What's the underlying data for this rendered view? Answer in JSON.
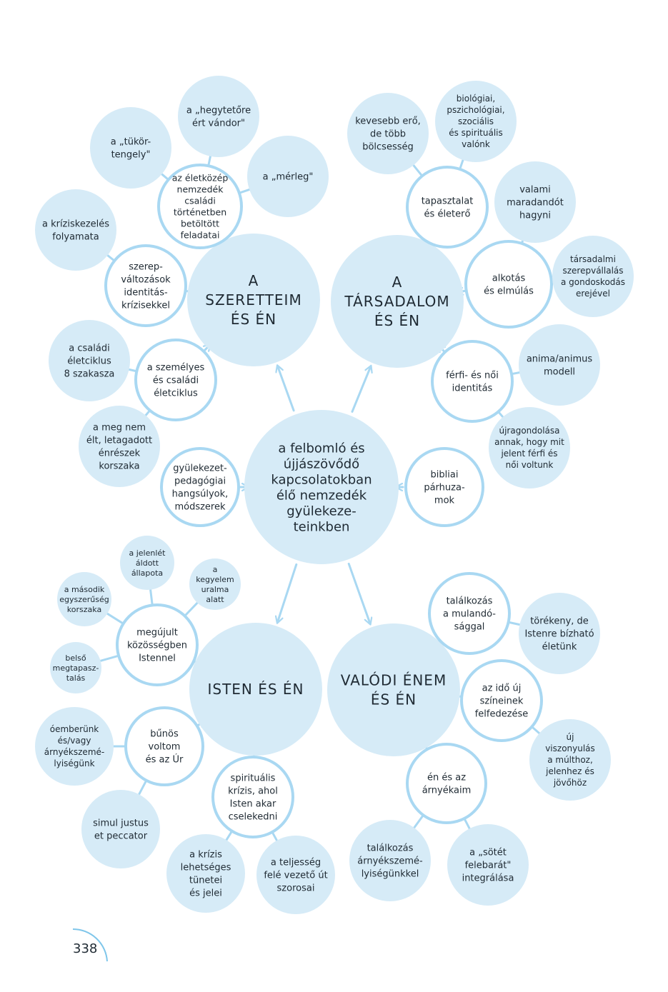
{
  "colors": {
    "fill": "#d6ebf7",
    "ring": "#a9d8f2",
    "arrow": "#a9d8f2",
    "text": "#1f2a33"
  },
  "center": {
    "lines": [
      "a felbomló és",
      "újjászövődő",
      "kapcsolatokban",
      "élő nemzedék",
      "gyülekeze-",
      "teinkben"
    ]
  },
  "hubs": [
    {
      "id": "szeretteim",
      "lines": [
        "A",
        "SZERETTEIM",
        "ÉS ÉN"
      ]
    },
    {
      "id": "tarsadalom",
      "lines": [
        "A",
        "TÁRSADALOM",
        "ÉS ÉN"
      ]
    },
    {
      "id": "isten",
      "lines": [
        "ISTEN ÉS ÉN"
      ]
    },
    {
      "id": "valodi",
      "lines": [
        "VALÓDI ÉNEM",
        "ÉS ÉN"
      ]
    }
  ],
  "rings": [
    {
      "id": "eletkozep",
      "lines": [
        "az életközép",
        "nemzedék",
        "családi",
        "történetben",
        "betöltött",
        "feladatai"
      ]
    },
    {
      "id": "szerep",
      "lines": [
        "szerep-",
        "változások",
        "identitás-",
        "krízisekkel"
      ]
    },
    {
      "id": "eletciklus",
      "lines": [
        "a személyes",
        "és családi",
        "életciklus"
      ]
    },
    {
      "id": "tapasztalat",
      "lines": [
        "tapasztalat",
        "és életerő"
      ]
    },
    {
      "id": "alkotas",
      "lines": [
        "alkotás",
        "és elmúlás"
      ]
    },
    {
      "id": "ferfi",
      "lines": [
        "férfi- és női",
        "identitás"
      ]
    },
    {
      "id": "gyulekezet",
      "lines": [
        "gyülekezet-",
        "pedagógiai",
        "hangsúlyok,",
        "módszerek"
      ]
    },
    {
      "id": "bibliai",
      "lines": [
        "bibliai",
        "párhuza-",
        "mok"
      ]
    },
    {
      "id": "megujult",
      "lines": [
        "megújult",
        "közösségben",
        "Istennel"
      ]
    },
    {
      "id": "bunos",
      "lines": [
        "bűnös",
        "voltom",
        "és az Úr"
      ]
    },
    {
      "id": "spiritualis",
      "lines": [
        "spirituális",
        "krízis, ahol",
        "Isten akar",
        "cselekedni"
      ]
    },
    {
      "id": "mulando",
      "lines": [
        "találkozás",
        "a mulandó-",
        "sággal"
      ]
    },
    {
      "id": "ido",
      "lines": [
        "az idő új",
        "színeinek",
        "felfedezése"
      ]
    },
    {
      "id": "arnyek",
      "lines": [
        "én és az",
        "árnyékaim"
      ]
    }
  ],
  "leaves": [
    {
      "id": "hegytetore",
      "lines": [
        "a „hegytetőre",
        "ért vándor\""
      ]
    },
    {
      "id": "tukor",
      "lines": [
        "a „tükör-",
        "tengely\""
      ]
    },
    {
      "id": "merleg",
      "lines": [
        "a „mérleg\""
      ]
    },
    {
      "id": "krizis",
      "lines": [
        "a kríziskezelés",
        "folyamata"
      ]
    },
    {
      "id": "csaladi8",
      "lines": [
        "a családi",
        "életciklus",
        "8 szakasza"
      ]
    },
    {
      "id": "megnem",
      "lines": [
        "a meg nem",
        "élt, letagadott",
        "énrészek",
        "korszaka"
      ]
    },
    {
      "id": "kevesebb",
      "lines": [
        "kevesebb erő,",
        "de több",
        "bölcsesség"
      ]
    },
    {
      "id": "biologiai",
      "lines": [
        "biológiai,",
        "pszichológiai,",
        "szociális",
        "és spirituális",
        "valónk"
      ]
    },
    {
      "id": "valami",
      "lines": [
        "valami",
        "maradandót",
        "hagyni"
      ]
    },
    {
      "id": "tarsadalmi",
      "lines": [
        "társadalmi",
        "szerepvállalás",
        "a gondoskodás",
        "erejével"
      ]
    },
    {
      "id": "anima",
      "lines": [
        "anima/animus",
        "modell"
      ]
    },
    {
      "id": "ujragondolasa",
      "lines": [
        "újragondolása",
        "annak, hogy mit",
        "jelent  férfi és",
        "női voltunk"
      ]
    },
    {
      "id": "jelenlet",
      "lines": [
        "a jelenlét",
        "áldott",
        "állapota"
      ]
    },
    {
      "id": "kegyelem",
      "lines": [
        "a",
        "kegyelem",
        "uralma",
        "alatt"
      ]
    },
    {
      "id": "masodik",
      "lines": [
        "a második",
        "egyszerűség",
        "korszaka"
      ]
    },
    {
      "id": "belso",
      "lines": [
        "belső",
        "megtapasz-",
        "talás"
      ]
    },
    {
      "id": "oember",
      "lines": [
        "óemberünk",
        "és/vagy",
        "árnyékszemé-",
        "lyiségünk"
      ]
    },
    {
      "id": "simul",
      "lines": [
        "simul justus",
        "et peccator"
      ]
    },
    {
      "id": "krizistunetei",
      "lines": [
        "a krízis",
        "lehetséges",
        "tünetei",
        "és jelei"
      ]
    },
    {
      "id": "teljesseg",
      "lines": [
        "a teljesség",
        "felé vezető út",
        "szorosai"
      ]
    },
    {
      "id": "torekeny",
      "lines": [
        "törékeny, de",
        "Istenre bízható",
        "életünk"
      ]
    },
    {
      "id": "ujviszony",
      "lines": [
        "új",
        "viszonyulás",
        "a múlthoz,",
        "jelenhez és",
        "jövőhöz"
      ]
    },
    {
      "id": "arnyekszem",
      "lines": [
        "találkozás",
        "árnyékszemé-",
        "lyiségünkkel"
      ]
    },
    {
      "id": "sotet",
      "lines": [
        "a „sötét",
        "felebarát\"",
        "integrálása"
      ]
    }
  ],
  "page_number": "338"
}
